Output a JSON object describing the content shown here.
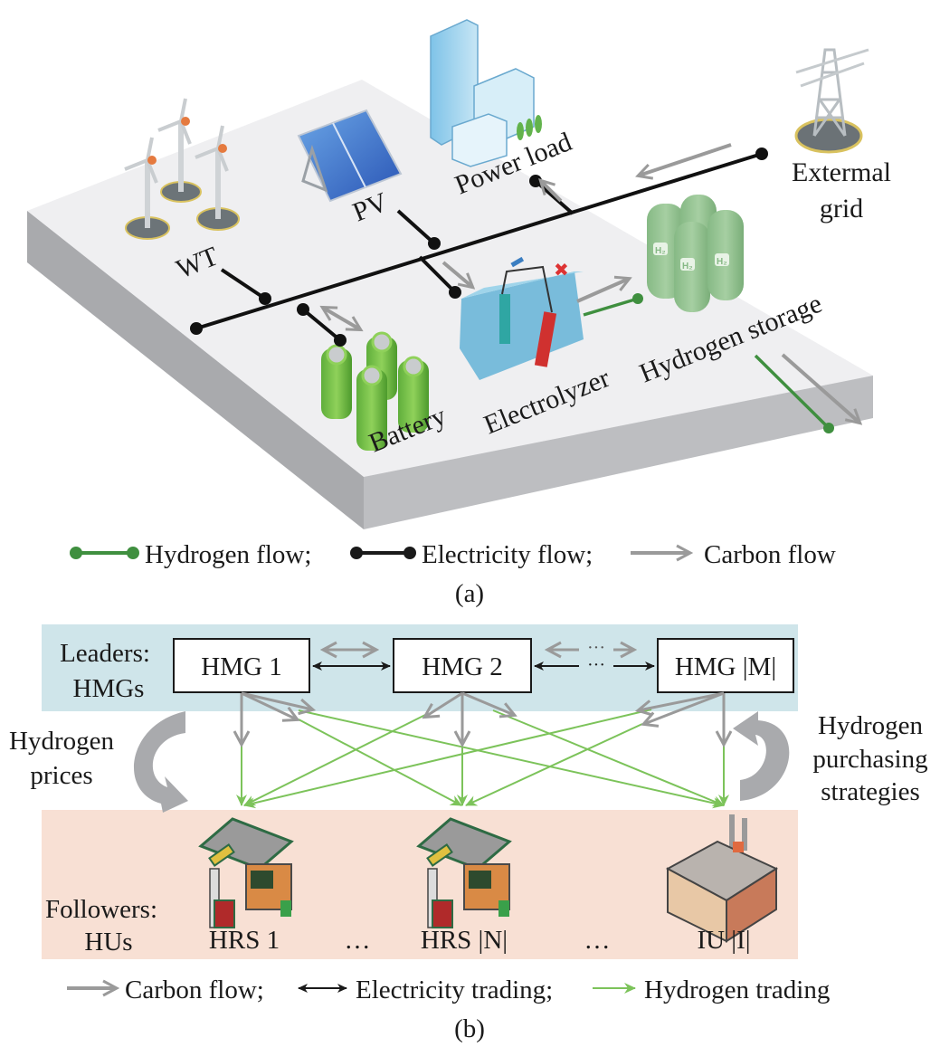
{
  "panel_a": {
    "caption": "(a)",
    "components": {
      "wt": "WT",
      "pv": "PV",
      "power_load": "Power load",
      "external_grid_line1": "Extermal",
      "external_grid_line2": "grid",
      "battery": "Battery",
      "electrolyzer": "Electrolyzer",
      "hydrogen_storage": "Hydrogen storage",
      "h2_badge": "H₂"
    },
    "legend": [
      {
        "label": "Hydrogen flow;",
        "symbol": "dot-line-dot",
        "color": "#3f8f3f"
      },
      {
        "label": "Electricity flow;",
        "symbol": "dot-line-dot",
        "color": "#1a1a1a"
      },
      {
        "label": "Carbon flow",
        "symbol": "arrow",
        "color": "#9a9a9a"
      }
    ]
  },
  "panel_b": {
    "caption": "(b)",
    "leaders": {
      "label_line1": "Leaders:",
      "label_line2": "HMGs",
      "nodes": [
        "HMG 1",
        "HMG 2",
        "HMG |M|"
      ],
      "ellipsis": "···"
    },
    "followers": {
      "label_line1": "Followers:",
      "label_line2": "HUs",
      "nodes": [
        "HRS 1",
        "HRS |N|",
        "IU |I|"
      ],
      "ellipsis": "…"
    },
    "side_labels": {
      "left_line1": "Hydrogen",
      "left_line2": "prices",
      "right_line1": "Hydrogen",
      "right_line2": "purchasing",
      "right_line3": "strategies"
    },
    "legend": [
      {
        "label": "Carbon flow;",
        "symbol": "arrow",
        "color": "#9a9a9a"
      },
      {
        "label": "Electricity trading;",
        "symbol": "double-arrow",
        "color": "#1a1a1a"
      },
      {
        "label": "Hydrogen trading",
        "symbol": "arrow",
        "color": "#7cc35a"
      }
    ],
    "colors": {
      "leaders_bg": "#cfe5ea",
      "followers_bg": "#f8e0d4",
      "carbon": "#9a9a9a",
      "electricity": "#1a1a1a",
      "hydrogen": "#7cc35a"
    }
  }
}
